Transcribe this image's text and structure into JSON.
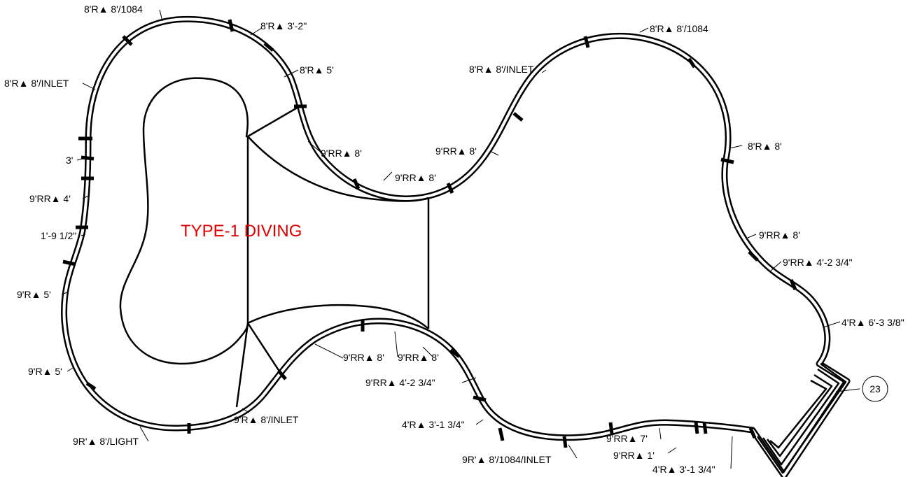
{
  "title": "TYPE-1 DIVING",
  "title_color": "#e00000",
  "callout_number": "23",
  "labels": [
    "8'R▲ 8'/1084",
    "8'R▲ 3'-2\"",
    "8'R▲ 5'",
    "8'R▲ 8'/INLET",
    "3'",
    "9'RR▲ 4'",
    "1'-9 1/2\"",
    "9'R▲ 5'",
    "9'R▲ 5'",
    "9R'▲ 8'/LIGHT",
    "9'R▲ 8'/INLET",
    "9'RR▲ 8'",
    "9'RR▲ 8'",
    "9'RR▲ 8'",
    "8'R▲ 8'/INLET",
    "8'R▲ 8'/1084",
    "8'R▲ 8'",
    "9'RR▲ 8'",
    "9'RR▲ 4'-2 3/4\"",
    "4'R▲  6'-3 3/8\"",
    "9'RR▲ 8'",
    "9'RR▲ 8'",
    "9'RR▲ 4'-2 3/4\"",
    "4'R▲ 3'-1 3/4\"",
    "9R'▲ 8'/1084/INLET",
    "9'RR▲ 7'",
    "9'RR▲ 1'",
    "4'R▲ 3'-1 3/4\""
  ]
}
